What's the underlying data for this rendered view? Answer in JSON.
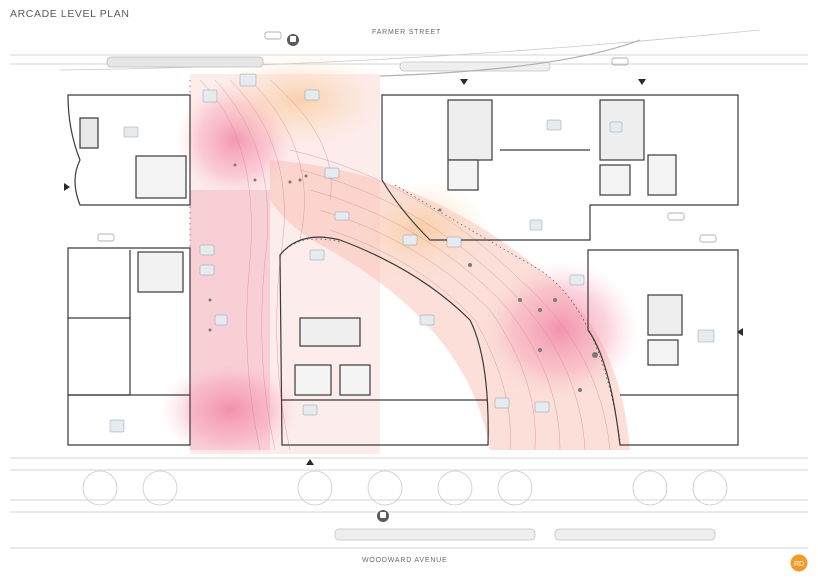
{
  "title": "ARCADE LEVEL PLAN",
  "streets": {
    "north": "FARMER STREET",
    "south": "WOODWARD AVENUE"
  },
  "logo_text": "RD",
  "colors": {
    "heat_pink": "#f07aa0",
    "heat_peach": "#f8c48e",
    "linework": "#3a3a3a",
    "light_line": "#c8c8c8",
    "logo": "#f39a2a"
  }
}
